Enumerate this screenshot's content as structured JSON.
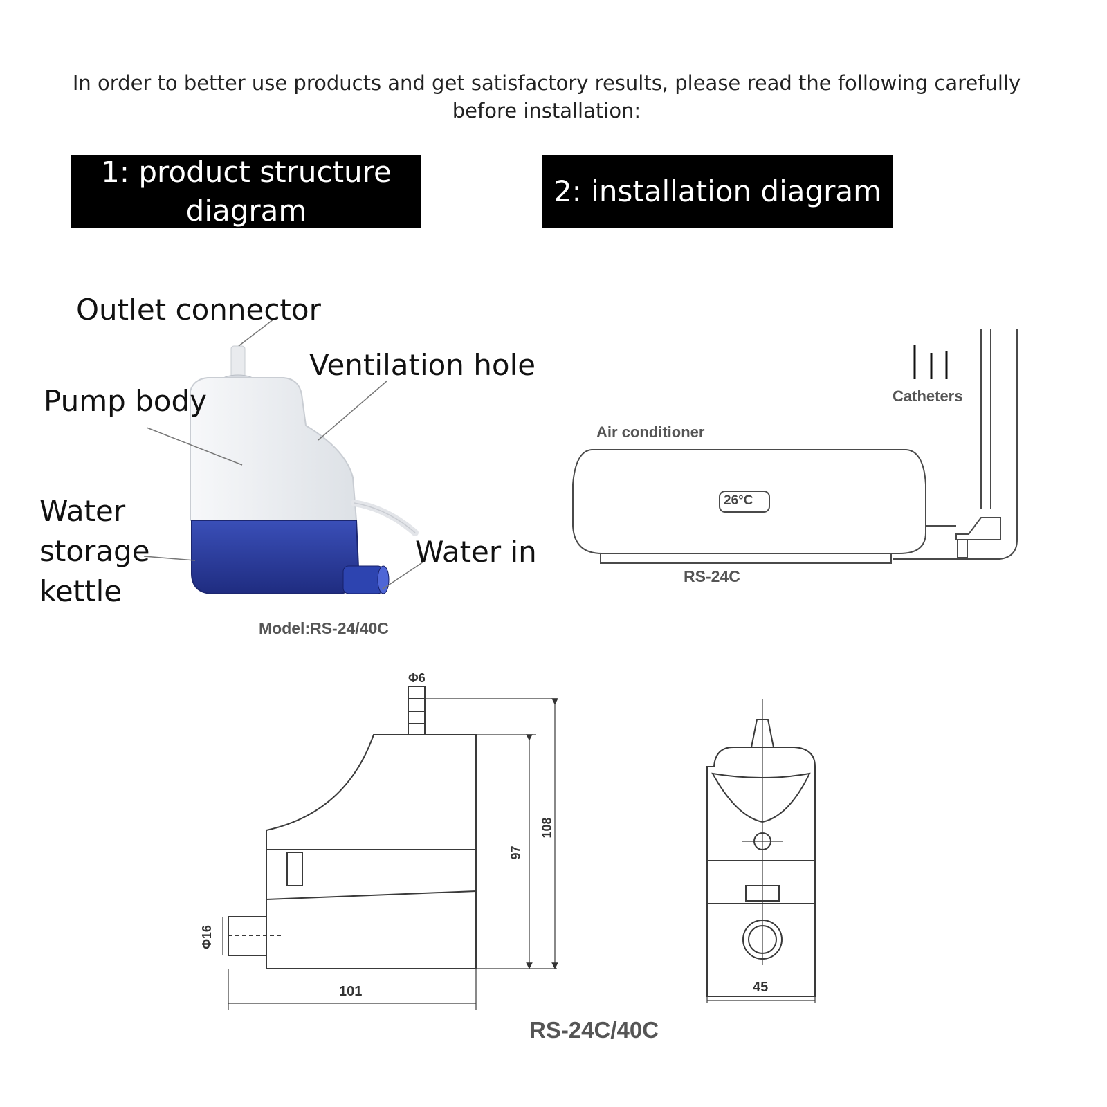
{
  "intro": "In order to better use products and get satisfactory results, please read the following carefully before installation:",
  "headers": {
    "structure": "1: product structure diagram",
    "installation": "2: installation diagram"
  },
  "structure_labels": {
    "outlet": "Outlet connector",
    "ventilation": "Ventilation hole",
    "pump_body": "Pump body",
    "water_storage": "Water storage kettle",
    "water_in": "Water in",
    "model": "Model:RS-24/40C"
  },
  "installation_labels": {
    "catheters": "Catheters",
    "air_conditioner": "Air conditioner",
    "display": "26°C",
    "pump_model": "RS-24C"
  },
  "dimensions": {
    "outlet_diameter": "Φ6",
    "height_body": "97",
    "height_total": "108",
    "inlet_diameter": "Φ16",
    "length": "101",
    "width": "45",
    "model": "RS-24C/40C"
  },
  "colors": {
    "tank_blue": "#2b3fa3",
    "body_white": "#eef0f3"
  }
}
